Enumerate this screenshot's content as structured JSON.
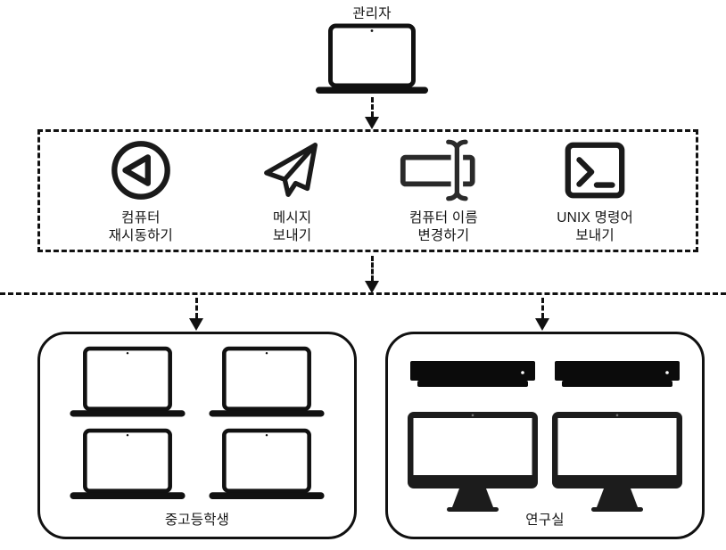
{
  "colors": {
    "ink": "#111111",
    "background": "#ffffff"
  },
  "admin": {
    "label": "관리자",
    "icon": "laptop-icon"
  },
  "actions_panel": {
    "items": [
      {
        "icon": "restart-icon",
        "label_line1": "컴퓨터",
        "label_line2": "재시동하기"
      },
      {
        "icon": "paper-plane-icon",
        "label_line1": "메시지",
        "label_line2": "보내기"
      },
      {
        "icon": "rename-field-icon",
        "label_line1": "컴퓨터 이름",
        "label_line2": "변경하기"
      },
      {
        "icon": "terminal-icon",
        "label_line1": "UNIX 명령어",
        "label_line2": "보내기"
      }
    ]
  },
  "groups": [
    {
      "label": "중고등학생",
      "device_icon": "laptop-icon",
      "device_count": 4
    },
    {
      "label": "연구실",
      "server_icon": "server-icon",
      "server_count": 2,
      "desktop_icon": "desktop-monitor-icon",
      "desktop_count": 2
    }
  ]
}
